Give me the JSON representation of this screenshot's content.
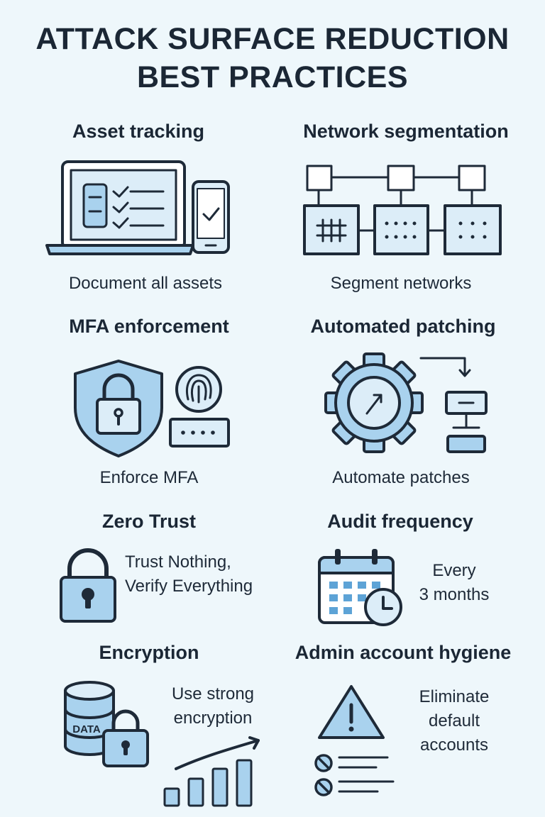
{
  "title": {
    "line1": "ATTACK SURFACE REDUCTION",
    "line2": "BEST PRACTICES"
  },
  "colors": {
    "background": "#eef7fb",
    "ink": "#1e2a38",
    "fill_blue": "#a9d2ee",
    "fill_light": "#dcedf8"
  },
  "cards": {
    "asset_tracking": {
      "heading": "Asset tracking",
      "caption": "Document all assets",
      "icon": "laptop-checklist-icon"
    },
    "network_segmentation": {
      "heading": "Network segmentation",
      "caption": "Segment networks",
      "icon": "network-segments-icon"
    },
    "mfa_enforcement": {
      "heading": "MFA enforcement",
      "caption": "Enforce MFA",
      "icon": "shield-lock-fingerprint-icon"
    },
    "automated_patching": {
      "heading": "Automated patching",
      "caption": "Automate patches",
      "icon": "gear-update-icon"
    },
    "zero_trust": {
      "heading": "Zero Trust",
      "text_line1": "Trust Nothing,",
      "text_line2": "Verify Everything",
      "icon": "padlock-icon"
    },
    "audit_frequency": {
      "heading": "Audit frequency",
      "text_line1": "Every",
      "text_line2": "3 months",
      "icon": "calendar-clock-icon"
    },
    "encryption": {
      "heading": "Encryption",
      "text_line1": "Use strong",
      "text_line2": "encryption",
      "db_label": "DATA",
      "icon": "database-lock-icon"
    },
    "admin_hygiene": {
      "heading": "Admin account hygiene",
      "text_line1": "Eliminate",
      "text_line2": "default",
      "text_line3": "accounts",
      "icon": "warning-list-icon"
    }
  }
}
